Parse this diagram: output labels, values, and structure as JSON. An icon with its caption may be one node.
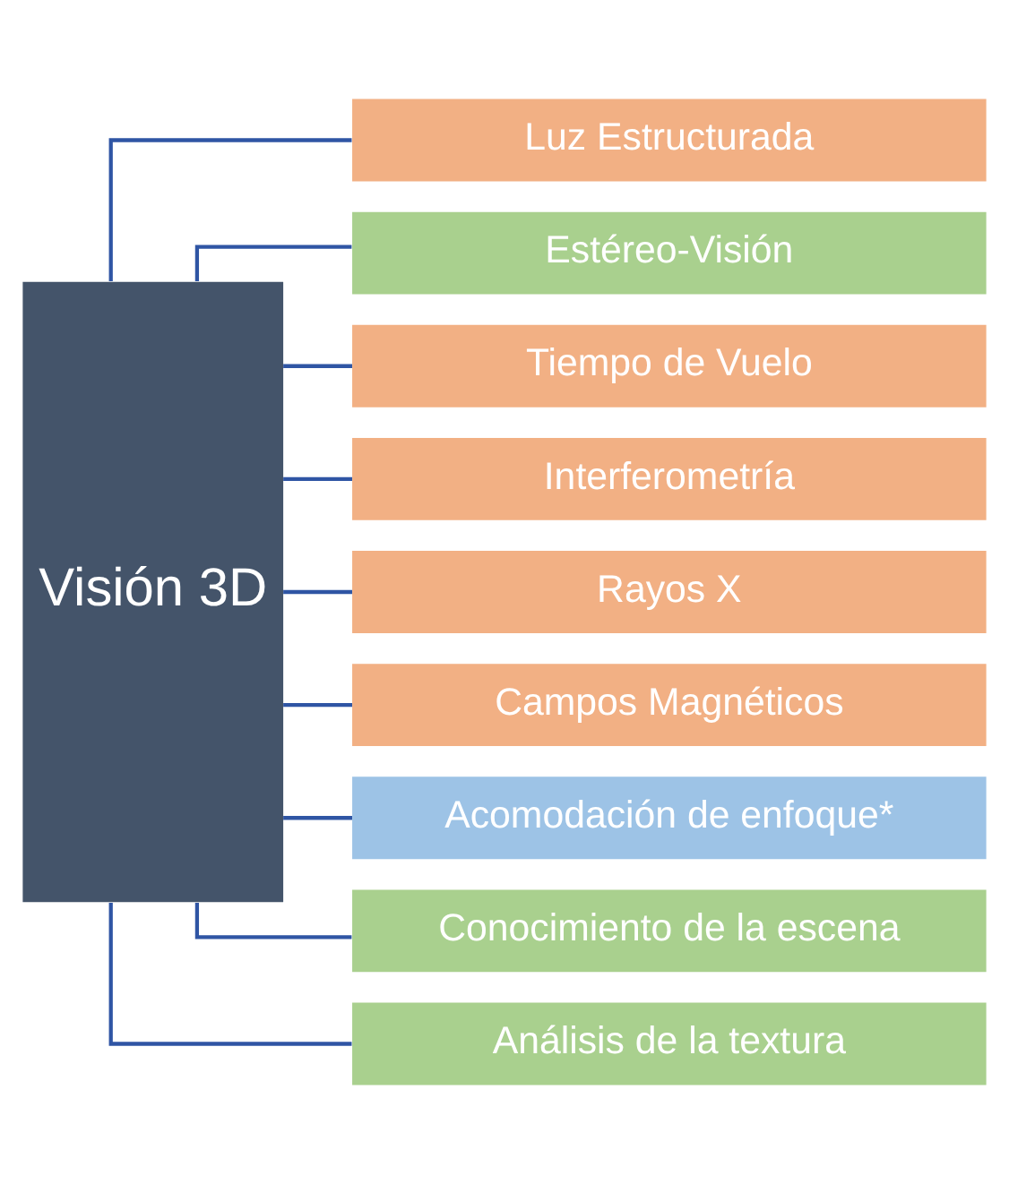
{
  "diagram": {
    "nodes": [
      {
        "text": [
          "Visión 3D"
        ]
      },
      {
        "text": [
          "Luz Estructurada"
        ]
      },
      {
        "text": [
          "Estéreo-Visión"
        ]
      },
      {
        "text": [
          "Tiempo de Vuelo"
        ]
      },
      {
        "text": [
          "Interferometría"
        ]
      },
      {
        "text": [
          "Rayos X"
        ]
      },
      {
        "text": [
          "Campos Magnéticos"
        ]
      },
      {
        "text": [
          "Acomodación de enfoque*"
        ]
      },
      {
        "text": [
          "Conocimiento de la escena"
        ]
      },
      {
        "text": [
          "Análisis de la textura"
        ]
      }
    ],
    "edges": [
      {
        "from": 0,
        "to": 1,
        "arrow": "none"
      },
      {
        "from": 0,
        "to": 2,
        "arrow": "none"
      },
      {
        "from": 0,
        "to": 3,
        "arrow": "none"
      },
      {
        "from": 0,
        "to": 4,
        "arrow": "none"
      },
      {
        "from": 0,
        "to": 5,
        "arrow": "none"
      },
      {
        "from": 0,
        "to": 6,
        "arrow": "none"
      },
      {
        "from": 0,
        "to": 7,
        "arrow": "none"
      },
      {
        "from": 0,
        "to": 8,
        "arrow": "none"
      },
      {
        "from": 0,
        "to": 9,
        "arrow": "none"
      }
    ]
  }
}
